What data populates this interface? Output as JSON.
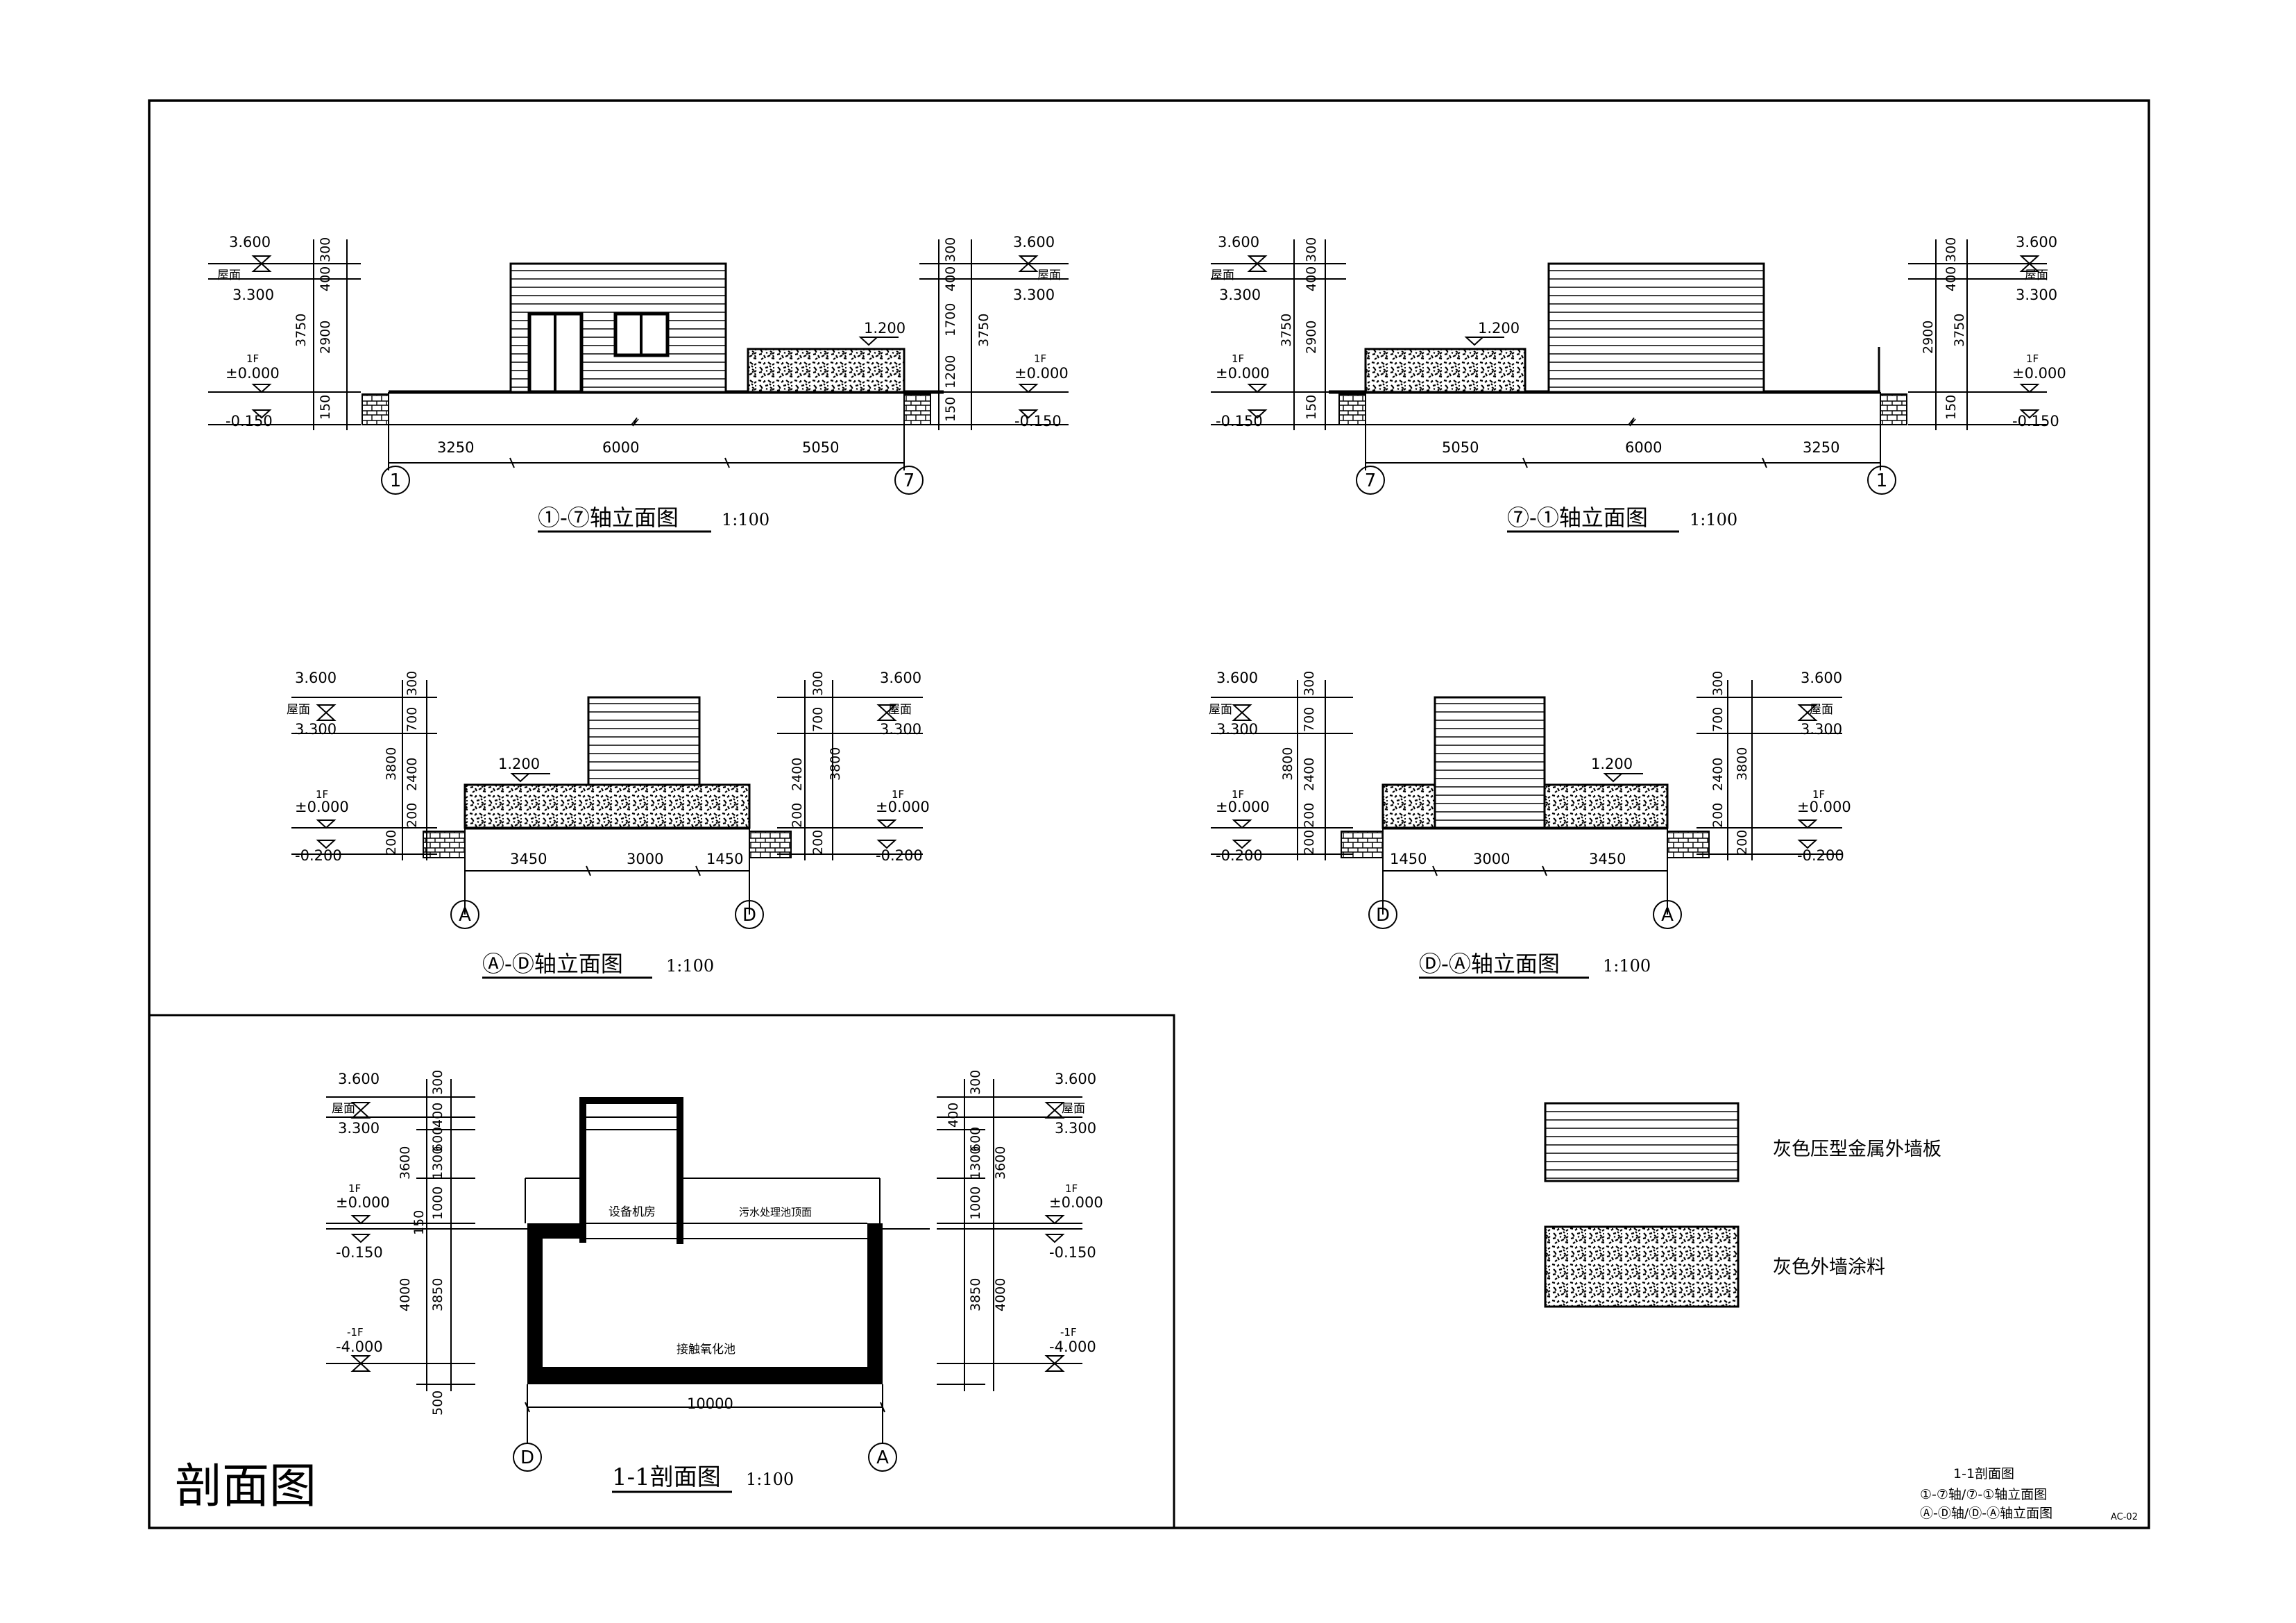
{
  "labels": {
    "roof": "屋面",
    "floor": "1F",
    "basement": "-1F"
  },
  "levels": {
    "top": "3.600",
    "roof": "3.300",
    "zero": "±0.000",
    "minus150": "-0.150",
    "minus200": "-0.200",
    "minus4000": "-4.000",
    "low_roof": "1.200"
  },
  "elev17": {
    "title": "①-⑦轴立面图",
    "scale": "1:100",
    "dims_left": [
      "300",
      "400",
      "2900",
      "3750",
      "150"
    ],
    "dims_right": [
      "300",
      "400",
      "1700",
      "1200",
      "3750",
      "150"
    ],
    "spans": [
      "3250",
      "6000",
      "5050"
    ],
    "axis_left": "1",
    "axis_right": "7"
  },
  "elev71": {
    "title": "⑦-①轴立面图",
    "scale": "1:100",
    "dims_left": [
      "300",
      "400",
      "2900",
      "3750",
      "150"
    ],
    "dims_right": [
      "300",
      "400",
      "2900",
      "3750",
      "150"
    ],
    "spans": [
      "5050",
      "6000",
      "3250"
    ],
    "axis_left": "7",
    "axis_right": "1"
  },
  "elevAD": {
    "title": "Ⓐ-Ⓓ轴立面图",
    "scale": "1:100",
    "dims_left": [
      "300",
      "700",
      "2400",
      "3800",
      "200",
      "200"
    ],
    "dims_right": [
      "300",
      "700",
      "2400",
      "3800",
      "200",
      "200"
    ],
    "spans": [
      "3450",
      "3000",
      "1450"
    ],
    "axis_left": "A",
    "axis_right": "D"
  },
  "elevDA": {
    "title": "Ⓓ-Ⓐ轴立面图",
    "scale": "1:100",
    "dims_left": [
      "300",
      "700",
      "2400",
      "3800",
      "200",
      "200"
    ],
    "dims_right": [
      "300",
      "700",
      "2400",
      "3800",
      "200",
      "200"
    ],
    "spans": [
      "1450",
      "3000",
      "3450"
    ],
    "axis_left": "D",
    "axis_right": "A"
  },
  "section": {
    "title": "1-1剖面图",
    "scale": "1:100",
    "dims_left": [
      "300",
      "400",
      "600",
      "1300",
      "1000",
      "150",
      "3600",
      "4000",
      "3850",
      "500"
    ],
    "dims_right": [
      "300",
      "400",
      "600",
      "1300",
      "1000",
      "3600",
      "4000",
      "3850"
    ],
    "span": "10000",
    "axis_left": "D",
    "axis_right": "A",
    "room_equipment": "设备机房",
    "room_pool_top": "污水处理池顶面",
    "room_tank": "接触氧化池"
  },
  "legend": {
    "metal_panel": "灰色压型金属外墙板",
    "coating": "灰色外墙涂料"
  },
  "sheet": {
    "section_heading": "剖面图",
    "index_title": "1-1剖面图",
    "index_line1": "①-⑦轴/⑦-①轴立面图",
    "index_line2": "Ⓐ-Ⓓ轴/Ⓓ-Ⓐ轴立面图",
    "sheet_no": "AC-02"
  }
}
